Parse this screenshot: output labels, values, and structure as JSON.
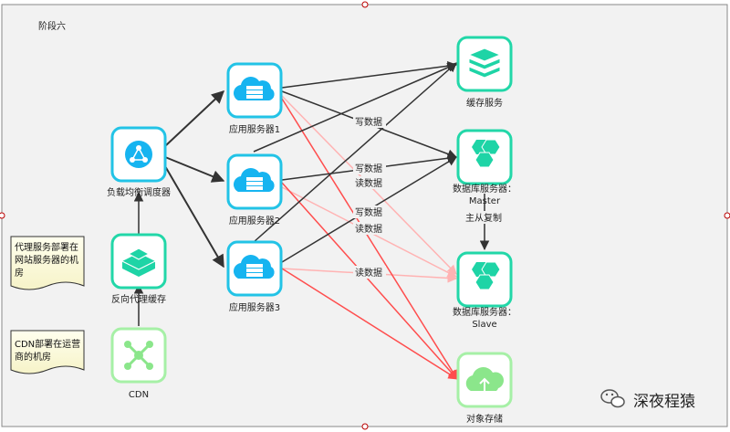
{
  "frame": {
    "title": "阶段六"
  },
  "nodes": {
    "lb": {
      "label": "负载均衡调度器",
      "icon": "network-hub-icon"
    },
    "proxy": {
      "label": "反向代理缓存",
      "icon": "stacked-box-icon"
    },
    "cdn": {
      "label": "CDN",
      "icon": "cdn-network-icon"
    },
    "app1": {
      "label": "应用服务器1",
      "icon": "cloud-server-icon"
    },
    "app2": {
      "label": "应用服务器2",
      "icon": "cloud-server-icon"
    },
    "app3": {
      "label": "应用服务器3",
      "icon": "cloud-server-icon"
    },
    "cache": {
      "label": "缓存服务",
      "icon": "cache-stack-icon"
    },
    "db_master": {
      "label_line1": "数据库服务器：",
      "label_line2": "Master",
      "icon": "database-cluster-icon"
    },
    "db_slave": {
      "label_line1": "数据库服务器：",
      "label_line2": "Slave",
      "icon": "database-cluster-icon"
    },
    "object_storage": {
      "label": "对象存储",
      "icon": "object-storage-icon"
    }
  },
  "edge_labels": {
    "write1": "写数据",
    "write2": "写数据",
    "read2": "读数据",
    "write3": "写数据",
    "read3": "读数据",
    "read_slave": "读数据",
    "replication": "主从复制"
  },
  "notes": {
    "proxy_note": [
      "代理服务部署在",
      "网站服务器的机",
      "房"
    ],
    "cdn_note": [
      "CDN部署在运营",
      "商的机房"
    ]
  },
  "watermark": {
    "text": "深夜程猿",
    "icon": "wechat-icon"
  },
  "colors": {
    "blue_stroke": "#22c3e6",
    "blue_fill": "#16b4f0",
    "teal_stroke": "#22d7a8",
    "teal_fill": "#1ed4a6",
    "green_stroke": "#a6f0a6",
    "green_fill": "#8be68b",
    "edge_dark": "#333333",
    "edge_red": "#ff4d4d",
    "edge_pink": "#ffb3b3"
  }
}
